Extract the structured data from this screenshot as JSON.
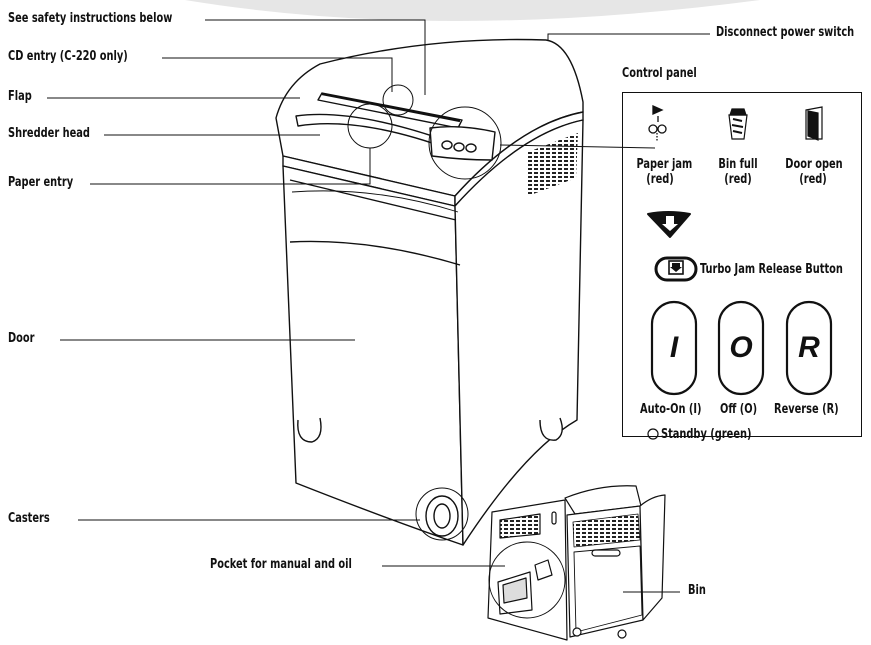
{
  "callouts": {
    "safety": "See safety instructions below",
    "cd_entry": "CD entry (C-220 only)",
    "flap": "Flap",
    "shredder_head": "Shredder head",
    "paper_entry": "Paper entry",
    "door": "Door",
    "casters": "Casters",
    "pocket": "Pocket for manual and oil",
    "bin": "Bin",
    "disconnect_switch": "Disconnect power switch",
    "control_panel": "Control panel"
  },
  "panel": {
    "paper_jam": "Paper jam",
    "paper_jam_color": "(red)",
    "bin_full": "Bin full",
    "bin_full_color": "(red)",
    "door_open": "Door open",
    "door_open_color": "(red)",
    "turbo_release": "Turbo Jam Release Button",
    "btn_on_glyph": "I",
    "btn_off_glyph": "O",
    "btn_reverse_glyph": "R",
    "auto_on": "Auto-On (I)",
    "off": "Off (O)",
    "reverse": "Reverse (R)",
    "standby": "Standby (green)"
  },
  "icons": {
    "paper_jam": "paper-jam-icon",
    "bin_full": "bin-full-icon",
    "door_open": "door-open-icon",
    "arrow": "down-arrow-icon",
    "turbo": "turbo-jam-release-icon",
    "standby": "standby-led-icon"
  },
  "colors": {
    "ink": "#111111",
    "shade": "#e6e6e6",
    "background": "#ffffff"
  }
}
